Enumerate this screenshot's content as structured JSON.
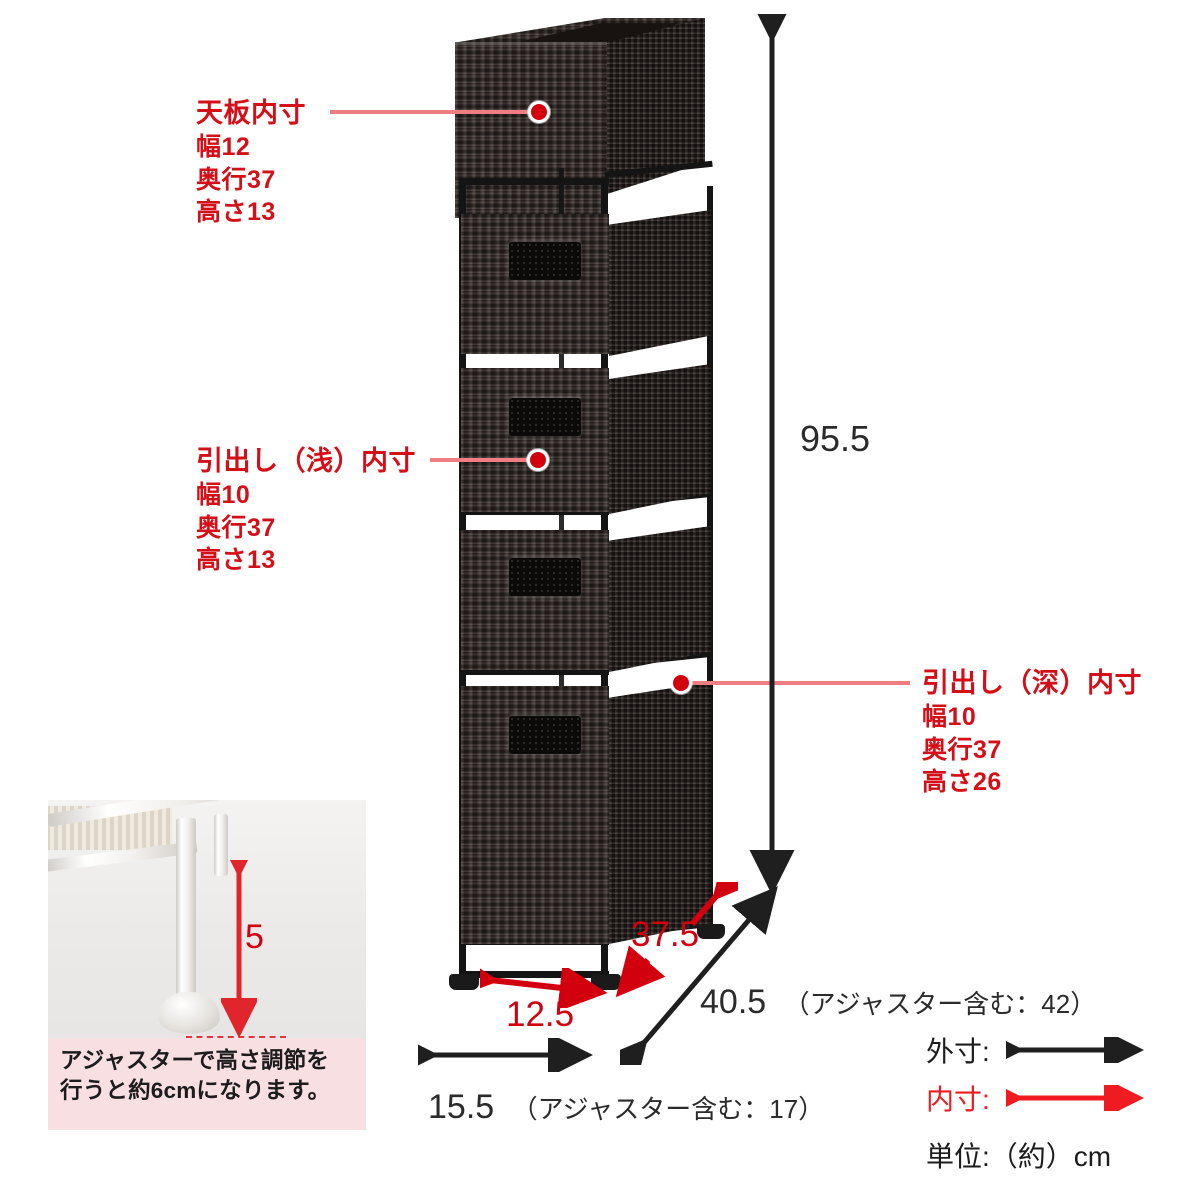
{
  "annotations": {
    "top": {
      "title": "天板内寸",
      "lines": [
        "幅12",
        "奥行37",
        "高さ13"
      ]
    },
    "shallow": {
      "title": "引出し（浅）内寸",
      "lines": [
        "幅10",
        "奥行37",
        "高さ13"
      ]
    },
    "deep": {
      "title": "引出し（深）内寸",
      "lines": [
        "幅10",
        "奥行37",
        "高さ26"
      ]
    }
  },
  "dimensions": {
    "height_total": "95.5",
    "depth_inner": "37.5",
    "width_inner": "12.5",
    "depth_outer": "40.5",
    "depth_outer_note": "（アジャスター含む：42）",
    "width_outer": "15.5",
    "width_outer_note": "（アジャスター含む：17）",
    "adjuster_height": "5"
  },
  "inset": {
    "caption_line1": "アジャスターで高さ調節を",
    "caption_line2": "行うと約6cmになります。",
    "measure": "5"
  },
  "legend": {
    "outer_label": "外寸:",
    "inner_label": "内寸:",
    "unit_label": "単位:（約）cm"
  },
  "colors": {
    "annotation_red": "#d50f18",
    "dimension_red": "#d2000f",
    "leader_pink": "#ef7e82",
    "dimension_black": "#2b2b2b",
    "caption_bg": "#f8dfe2",
    "rattan_brown": "#3a2f2c",
    "frame_black": "#141414"
  }
}
